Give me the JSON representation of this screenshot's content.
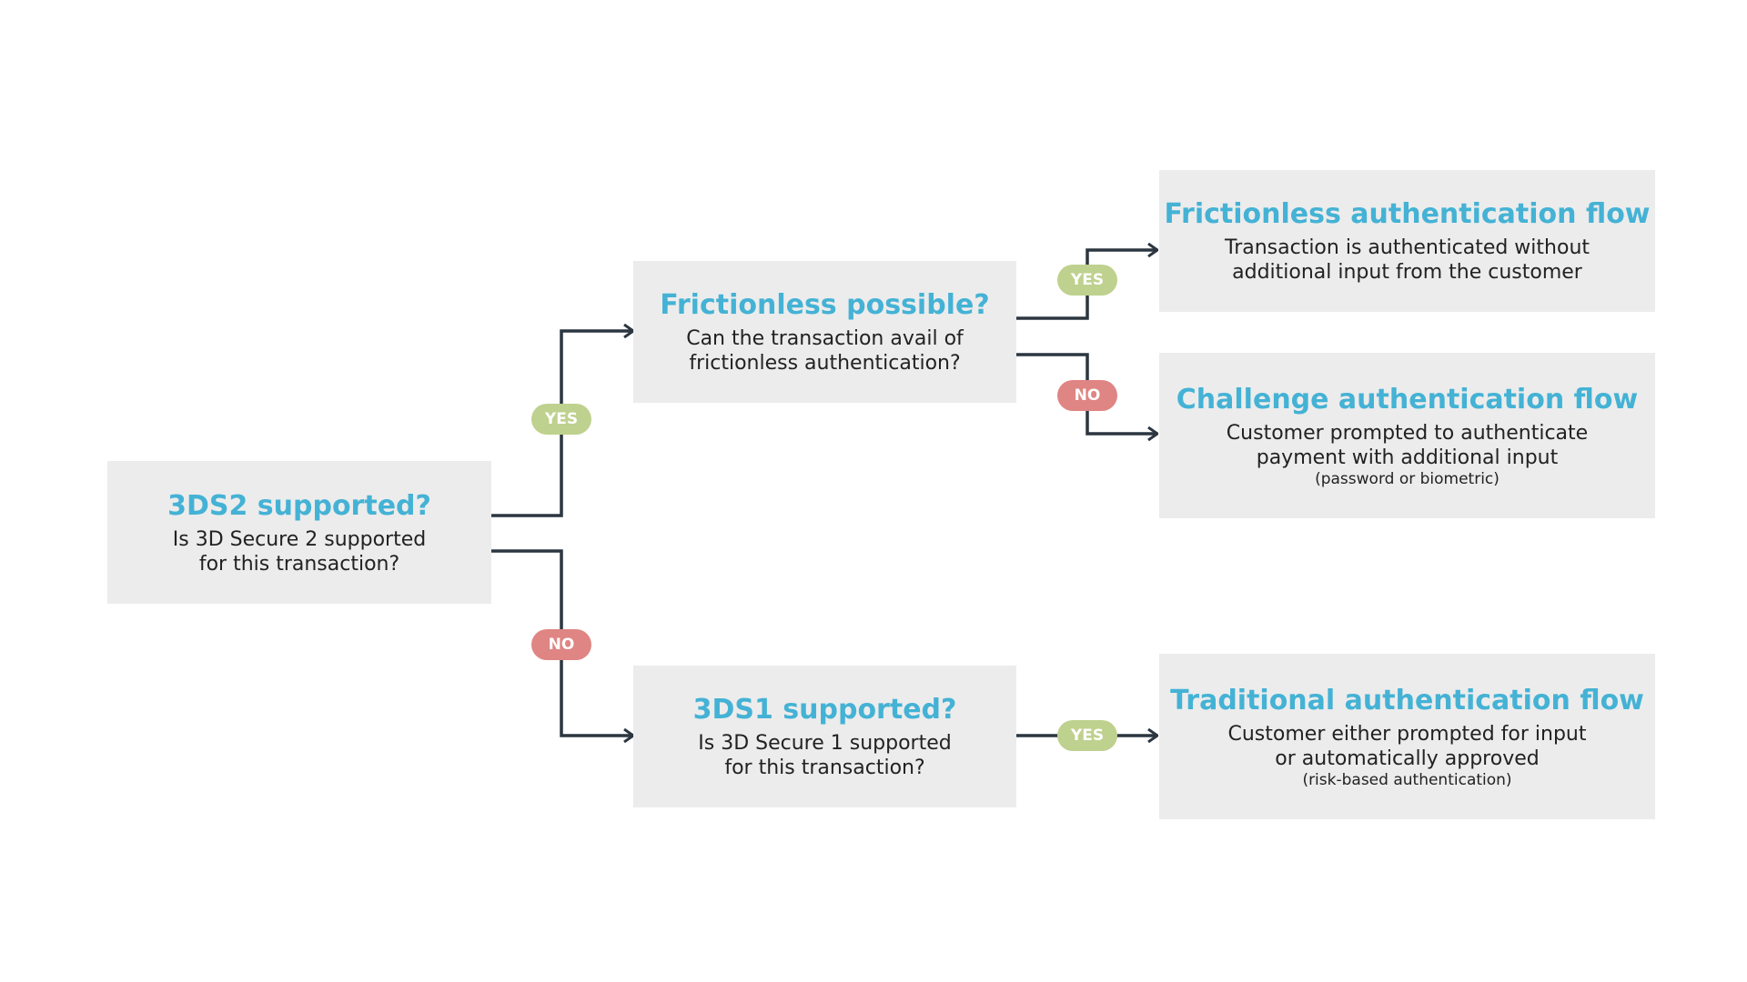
{
  "colors": {
    "title": "#44b2d5",
    "box_background": "#ececec",
    "connector": "#2c3640",
    "yes_badge": "#bfd18e",
    "no_badge": "#df8583"
  },
  "nodes": {
    "three_ds2": {
      "title": "3DS2 supported?",
      "line1": "Is 3D Secure 2 supported",
      "line2": "for this transaction?"
    },
    "frictionless_possible": {
      "title": "Frictionless possible?",
      "line1": "Can the transaction avail of",
      "line2": "frictionless authentication?"
    },
    "three_ds1": {
      "title": "3DS1 supported?",
      "line1": "Is 3D Secure 1 supported",
      "line2": "for this transaction?"
    },
    "frictionless_flow": {
      "title": "Frictionless authentication flow",
      "line1": "Transaction is authenticated without",
      "line2": "additional input from the customer"
    },
    "challenge_flow": {
      "title": "Challenge authentication flow",
      "line1": "Customer prompted to authenticate",
      "line2": "payment with additional input",
      "note": "(password or biometric)"
    },
    "traditional_flow": {
      "title": "Traditional authentication flow",
      "line1": "Customer either prompted for input",
      "line2": "or automatically approved",
      "note": "(risk-based authentication)"
    }
  },
  "badges": {
    "yes": "YES",
    "no": "NO"
  }
}
